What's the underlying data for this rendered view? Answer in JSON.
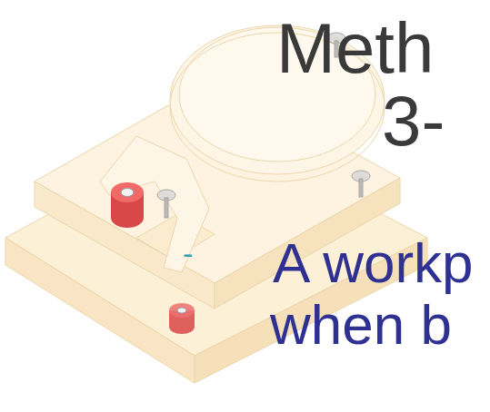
{
  "diagram": {
    "labels": [
      "Meth",
      "3-",
      "-",
      "A workp",
      "when b"
    ]
  }
}
